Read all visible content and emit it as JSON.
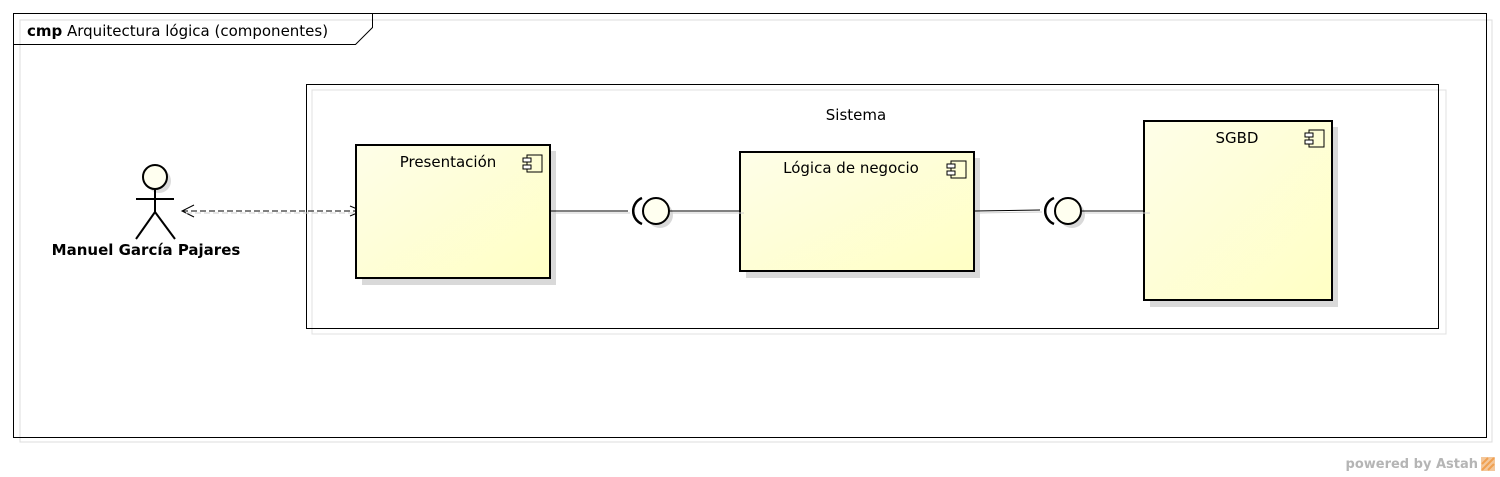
{
  "frame": {
    "keyword": "cmp",
    "title": "Arquitectura lógica (componentes)"
  },
  "actor": {
    "name": "Manuel García Pajares"
  },
  "system": {
    "label": "Sistema"
  },
  "components": [
    {
      "name": "Presentación"
    },
    {
      "name": "Lógica de negocio"
    },
    {
      "name": "SGBD"
    }
  ],
  "watermark": {
    "text": "powered by Astah"
  },
  "colors": {
    "component_fill_top": "#fefee6",
    "component_fill_bottom": "#ffffc0",
    "shadow": "#d9d9d9",
    "watermark": "#b5b5b5",
    "logo_orange": "#f0a050"
  },
  "icons": [
    "component-icon",
    "actor-stick-figure-icon",
    "provided-interface-icon",
    "required-interface-icon",
    "astah-logo-icon"
  ]
}
